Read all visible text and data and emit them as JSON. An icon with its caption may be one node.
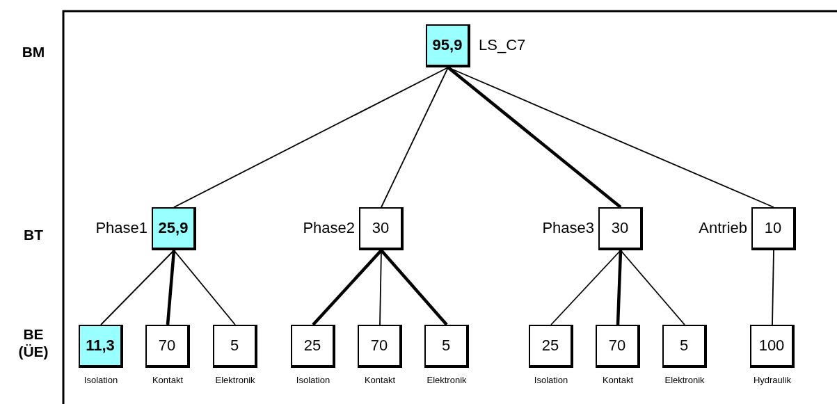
{
  "diagram": {
    "nodes": [
      {
        "text": [
          "95,9"
        ],
        "beside": [
          "LS_C7"
        ]
      },
      {
        "text": [
          "25,9"
        ],
        "beside": [
          "Phase1"
        ]
      },
      {
        "text": [
          "30"
        ],
        "beside": [
          "Phase2"
        ]
      },
      {
        "text": [
          "30"
        ],
        "beside": [
          "Phase3"
        ]
      },
      {
        "text": [
          "10"
        ],
        "beside": [
          "Antrieb"
        ]
      },
      {
        "text": [
          "11,3"
        ],
        "beside": [
          "Isolation"
        ]
      },
      {
        "text": [
          "70"
        ],
        "beside": [
          "Kontakt"
        ]
      },
      {
        "text": [
          "5"
        ],
        "beside": [
          "Elektronik"
        ]
      },
      {
        "text": [
          "25"
        ],
        "beside": [
          "Isolation"
        ]
      },
      {
        "text": [
          "70"
        ],
        "beside": [
          "Kontakt"
        ]
      },
      {
        "text": [
          "5"
        ],
        "beside": [
          "Elektronik"
        ]
      },
      {
        "text": [
          "25"
        ],
        "beside": [
          "Isolation"
        ]
      },
      {
        "text": [
          "70"
        ],
        "beside": [
          "Kontakt"
        ]
      },
      {
        "text": [
          "5"
        ],
        "beside": [
          "Elektronik"
        ]
      },
      {
        "text": [
          "100"
        ],
        "beside": [
          "Hydraulik"
        ]
      }
    ],
    "edges": [
      {
        "from": 0,
        "to": 1,
        "arrow": "none"
      },
      {
        "from": 0,
        "to": 2,
        "arrow": "none"
      },
      {
        "from": 0,
        "to": 3,
        "arrow": "none",
        "style": "thick"
      },
      {
        "from": 0,
        "to": 4,
        "arrow": "none"
      },
      {
        "from": 1,
        "to": 5,
        "arrow": "none"
      },
      {
        "from": 1,
        "to": 6,
        "arrow": "none",
        "style": "thick"
      },
      {
        "from": 1,
        "to": 7,
        "arrow": "none"
      },
      {
        "from": 2,
        "to": 8,
        "arrow": "none",
        "style": "thick"
      },
      {
        "from": 2,
        "to": 9,
        "arrow": "none"
      },
      {
        "from": 2,
        "to": 10,
        "arrow": "none",
        "style": "thick"
      },
      {
        "from": 3,
        "to": 11,
        "arrow": "none"
      },
      {
        "from": 3,
        "to": 12,
        "arrow": "none",
        "style": "thick"
      },
      {
        "from": 3,
        "to": 13,
        "arrow": "none"
      },
      {
        "from": 4,
        "to": 14,
        "arrow": "none"
      }
    ],
    "labels": [
      "BM",
      "BT",
      "BE (ÜE)"
    ]
  }
}
